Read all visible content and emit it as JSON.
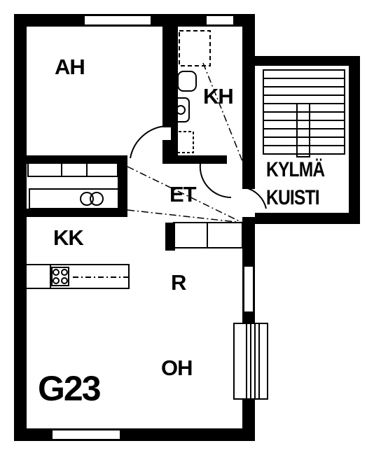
{
  "floor_plan": {
    "unit_id": "G23",
    "rooms": {
      "bedroom": "AH",
      "bathroom": "KH",
      "entrance": "ET",
      "kitchen": "KK",
      "hall": "R",
      "living_room": "OH"
    },
    "porch": {
      "line1": "KYLMÄ",
      "line2": "KUISTI"
    },
    "colors": {
      "wall": "#000000",
      "background": "#ffffff"
    }
  }
}
